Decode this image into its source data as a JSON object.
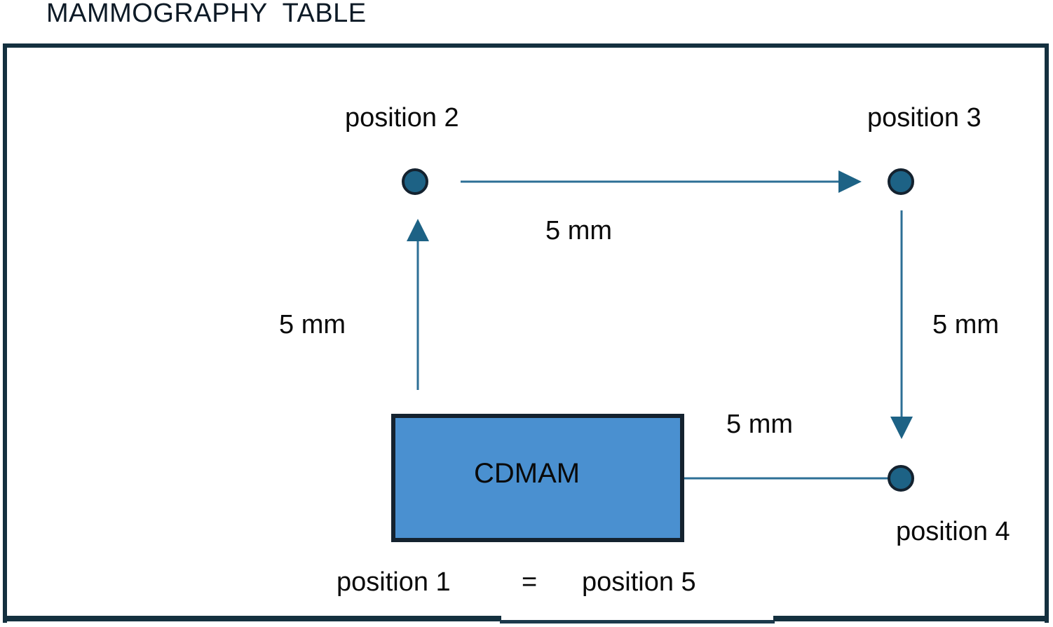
{
  "title": "MAMMOGRAPHY  TABLE",
  "colors": {
    "frame_border": "#14303f",
    "dot_fill": "#1d6285",
    "dot_border": "#14222f",
    "phantom_fill": "#4a90d0",
    "phantom_border": "#14222f",
    "arrow": "#2d6f96",
    "text": "#0a0a0a"
  },
  "phantom": {
    "label": "CDMAM"
  },
  "positions": [
    {
      "id": "position-2",
      "label": "position 2"
    },
    {
      "id": "position-3",
      "label": "position 3"
    },
    {
      "id": "position-4",
      "label": "position 4"
    }
  ],
  "measurements": [
    {
      "id": "mm-top",
      "label": "5 mm"
    },
    {
      "id": "mm-left",
      "label": "5 mm"
    },
    {
      "id": "mm-right",
      "label": "5 mm"
    },
    {
      "id": "mm-bottom",
      "label": "5 mm"
    }
  ],
  "equation": {
    "left": "position 1",
    "operator": "=",
    "right": "position 5"
  },
  "arrows": [
    {
      "id": "arrow-up",
      "from": "position-1",
      "to": "position-2",
      "direction": "up",
      "distance": "5 mm"
    },
    {
      "id": "arrow-right",
      "from": "position-2",
      "to": "position-3",
      "direction": "right",
      "distance": "5 mm"
    },
    {
      "id": "arrow-down",
      "from": "position-3",
      "to": "position-4",
      "direction": "down",
      "distance": "5 mm"
    },
    {
      "id": "arrow-left",
      "from": "position-4",
      "to": "position-5",
      "direction": "left",
      "distance": "5 mm"
    }
  ]
}
